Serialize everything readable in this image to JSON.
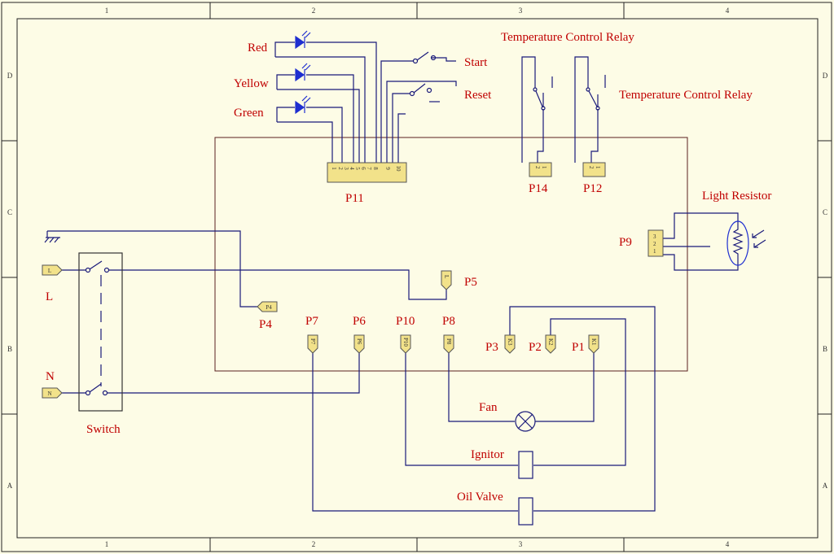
{
  "border": {
    "columns": [
      "1",
      "2",
      "3",
      "4"
    ],
    "rows": [
      "D",
      "C",
      "B",
      "A"
    ]
  },
  "labels": {
    "red": "Red",
    "yellow": "Yellow",
    "green": "Green",
    "start": "Start",
    "reset": "Reset",
    "relay_top": "Temperature Control Relay",
    "relay_right": "Temperature Control Relay",
    "light_resistor": "Light Resistor",
    "p11": "P11",
    "p14": "P14",
    "p12": "P12",
    "p9": "P9",
    "p5": "P5",
    "p4": "P4",
    "p7": "P7",
    "p6": "P6",
    "p10": "P10",
    "p8": "P8",
    "p3": "P3",
    "p2": "P2",
    "p1": "P1",
    "l": "L",
    "n": "N",
    "switch": "Switch",
    "fan": "Fan",
    "ignitor": "Ignitor",
    "oil_valve": "Oil Valve"
  },
  "pins": {
    "p11": [
      "1",
      "2",
      "3",
      "4",
      "5",
      "6",
      "7",
      "8",
      "9",
      "10"
    ],
    "p14": [
      "2",
      "1"
    ],
    "p12": [
      "2",
      "1"
    ],
    "p9": [
      "3",
      "2",
      "1"
    ],
    "l_terminal": "L",
    "n_terminal": "N",
    "p4_terminal": "P4",
    "p5_terminal": "L",
    "p7_terminal": "P7",
    "p6_terminal": "P6",
    "p10_terminal": "P10",
    "p8_terminal": "P8",
    "p3_terminal": "K3",
    "p2_terminal": "K2",
    "p1_terminal": "K1"
  },
  "colors": {
    "background": "#fdfce6",
    "wire": "#1a1a7a",
    "label": "#c00000",
    "connector": "#f2e28a",
    "led": "#1f2fd0",
    "frame": "#222222"
  }
}
